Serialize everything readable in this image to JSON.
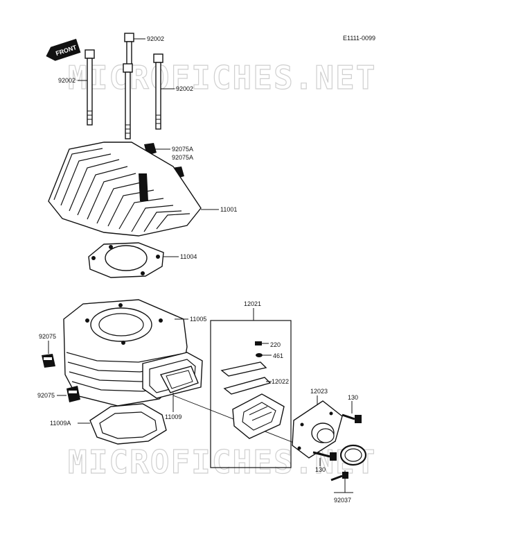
{
  "diagram": {
    "ref_code": "E1111-0099",
    "front_tag": "FRONT",
    "watermark": "MICROFICHES.NET",
    "parts": {
      "bolt_a": "92002",
      "bolt_b": "92002",
      "bolt_c": "92002",
      "cap_1": "92075A",
      "cap_2": "92075A",
      "head": "11001",
      "head_gasket": "11004",
      "cylinder": "11005",
      "reed_assy": "12021",
      "screw": "220",
      "washer": "461",
      "reed_plate": "12022",
      "carb_holder": "12023",
      "bolt_130_top": "130",
      "bolt_130_bottom": "130",
      "cap_left_top": "92075",
      "cap_left_bottom": "92075",
      "gasket_base": "11009A",
      "gasket_reed": "11009",
      "clamp": "92037"
    }
  }
}
